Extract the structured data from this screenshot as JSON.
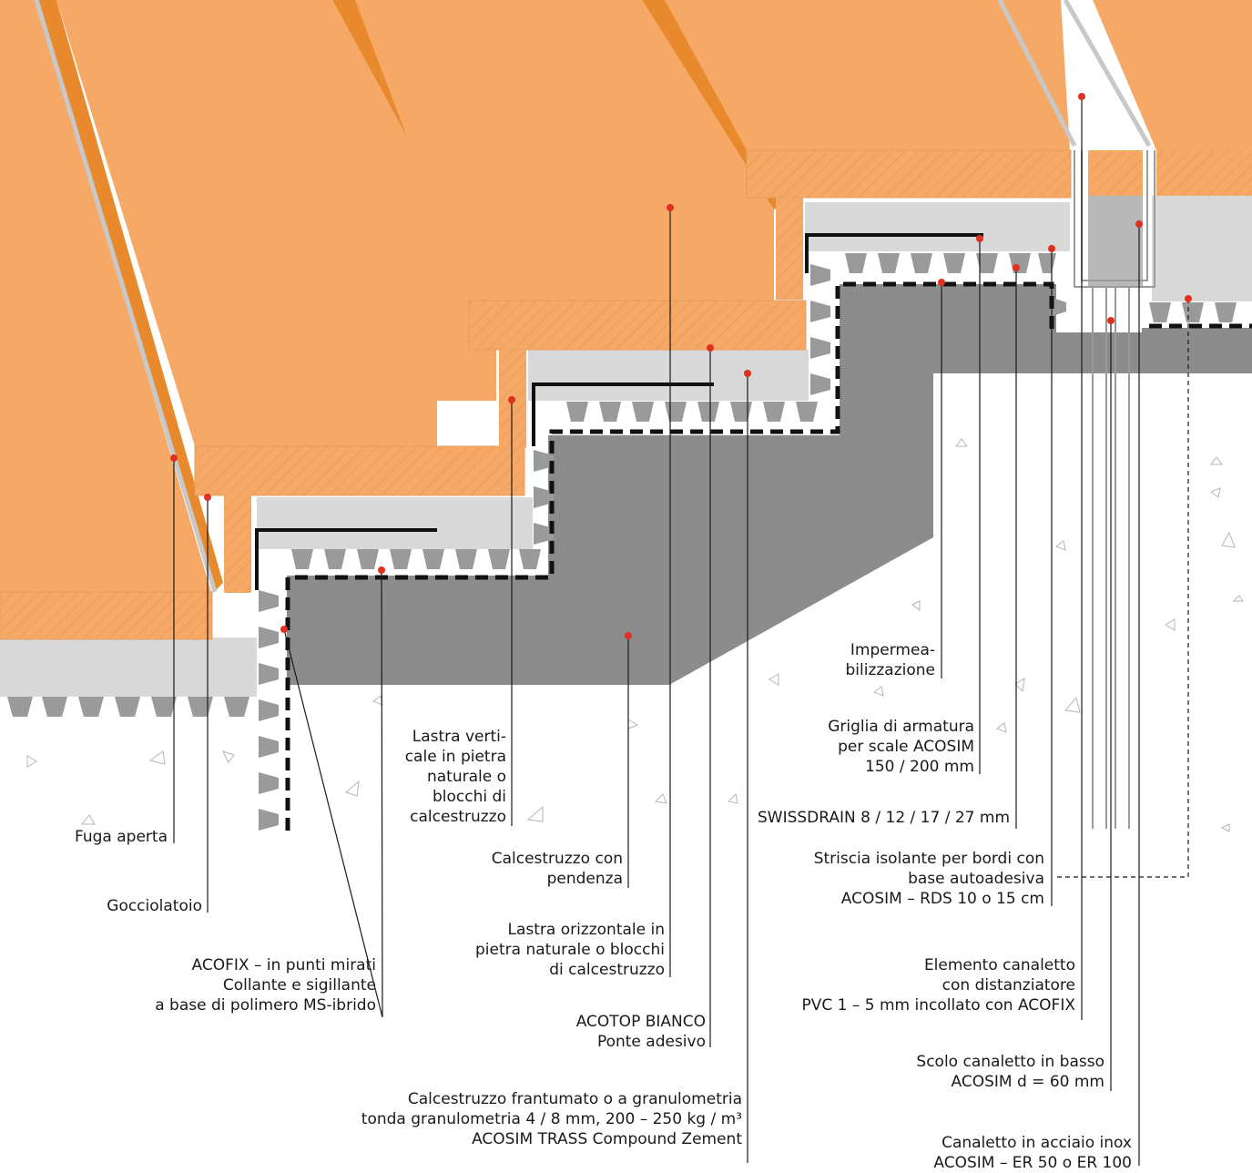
{
  "colors": {
    "tile": "#F6A967",
    "tile_edge": "#E8892E",
    "concrete_light": "#D9D9D9",
    "concrete_dark": "#8C8C8C",
    "drainage": "#9A9A9A",
    "membrane": "#111111",
    "callout_dot": "#E0301E",
    "leader": "#1A1A1A",
    "steel": "#CFCFCF"
  },
  "labels": {
    "fuga": [
      "Fuga aperta"
    ],
    "gocciolatoio": [
      "Gocciolatoio"
    ],
    "acofix": [
      "ACOFIX – in punti mirati",
      "Collante e sigillante",
      "a base di polimero MS-ibrido"
    ],
    "lastra_verticale": [
      "Lastra verti-",
      "cale in pietra",
      "naturale o",
      "blocchi di",
      "calcestruzzo"
    ],
    "calcestruzzo_pendenza": [
      "Calcestruzzo con",
      "pendenza"
    ],
    "lastra_orizzontale": [
      "Lastra orizzontale in",
      "pietra naturale o blocchi",
      "di calcestruzzo"
    ],
    "acotop": [
      "ACOTOP BIANCO",
      "Ponte adesivo"
    ],
    "calcestruzzo_frantumato": [
      "Calcestruzzo frantumato o a granulometria",
      "tonda granulometria 4 / 8 mm, 200 – 250 kg / m³",
      "ACOSIM TRASS Compound Zement"
    ],
    "impermeabilizzazione": [
      "Impermea-",
      "bilizzazione"
    ],
    "griglia": [
      "Griglia di armatura",
      "per scale ACOSIM",
      "150 / 200 mm"
    ],
    "swissdrain": [
      "SWISSDRAIN 8 / 12 / 17 / 27 mm"
    ],
    "striscia": [
      "Striscia isolante per bordi con",
      "base autoadesiva",
      "ACOSIM – RDS 10 o 15 cm"
    ],
    "elemento": [
      "Elemento canaletto",
      "con distanziatore",
      "PVC 1 – 5 mm incollato con ACOFIX"
    ],
    "scolo": [
      "Scolo canaletto in basso",
      "ACOSIM d = 60 mm"
    ],
    "canaletto": [
      "Canaletto in acciaio inox",
      "ACOSIM – ER 50 o ER 100"
    ]
  }
}
